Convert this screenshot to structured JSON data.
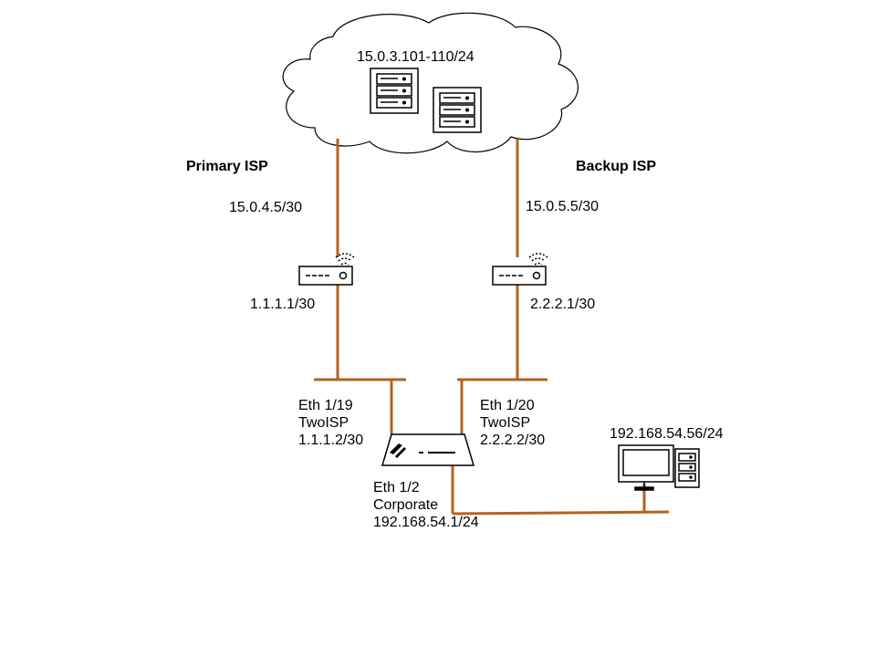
{
  "cloud": {
    "subnet": "15.0.3.101-110/24"
  },
  "isp": {
    "primary": {
      "name": "Primary ISP",
      "wan_ip": "15.0.4.5/30",
      "lan_ip": "1.1.1.1/30"
    },
    "backup": {
      "name": "Backup ISP",
      "wan_ip": "15.0.5.5/30",
      "lan_ip": "2.2.2.1/30"
    }
  },
  "firewall": {
    "eth19": {
      "iface": "Eth 1/19",
      "zone": "TwoISP",
      "ip": "1.1.1.2/30"
    },
    "eth20": {
      "iface": "Eth 1/20",
      "zone": "TwoISP",
      "ip": "2.2.2.2/30"
    },
    "eth2": {
      "iface": "Eth 1/2",
      "zone": "Corporate",
      "ip": "192.168.54.1/24"
    }
  },
  "host": {
    "ip": "192.168.54.56/24"
  },
  "colors": {
    "link": "#b4631d",
    "outline": "#000000",
    "background": "#ffffff"
  }
}
